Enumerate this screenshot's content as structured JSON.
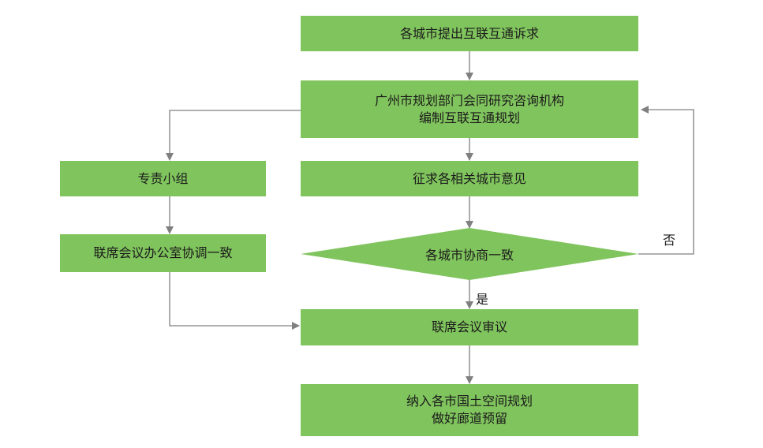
{
  "colors": {
    "node_fill": "#80c45d",
    "edge": "#808080",
    "text": "#1b1b1b"
  },
  "nodes": {
    "request": {
      "text": "各城市提出互联互通诉求"
    },
    "compile": {
      "line1": "广州市规划部门会同研究咨询机构",
      "line2": "编制互联互通规划"
    },
    "solicit": {
      "text": "征求各相关城市意见"
    },
    "consult": {
      "text": "各城市协商一致"
    },
    "review": {
      "text": "联席会议审议"
    },
    "include": {
      "line1": "纳入各市国土空间规划",
      "line2": "做好廊道预留"
    },
    "team": {
      "text": "专责小组"
    },
    "office": {
      "text": "联席会议办公室协调一致"
    }
  },
  "edges": {
    "yes_label": "是",
    "no_label": "否"
  }
}
